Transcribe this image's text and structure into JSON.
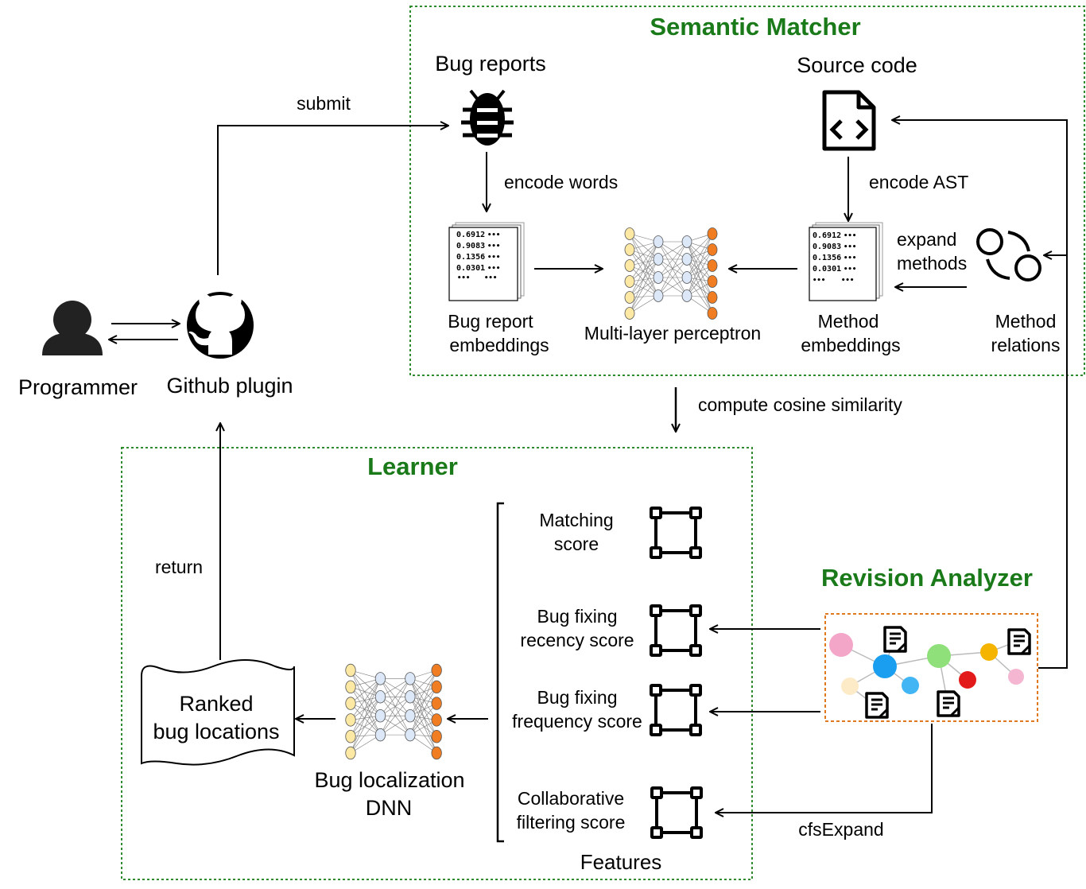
{
  "sections": {
    "semantic_matcher": "Semantic Matcher",
    "learner": "Learner",
    "revision_analyzer": "Revision Analyzer"
  },
  "nodes": {
    "programmer": "Programmer",
    "github_plugin": "Github plugin",
    "bug_reports": "Bug reports",
    "source_code": "Source code",
    "bug_report_embeddings": [
      "Bug report",
      "embeddings"
    ],
    "multi_layer_perceptron": "Multi-layer perceptron",
    "method_embeddings": [
      "Method",
      "embeddings"
    ],
    "method_relations": [
      "Method",
      "relations"
    ],
    "ranked_bug_locations": [
      "Ranked",
      "bug locations"
    ],
    "bug_localization_dnn": [
      "Bug localization",
      "DNN"
    ],
    "features": "Features"
  },
  "features": [
    [
      "Matching",
      "score"
    ],
    [
      "Bug fixing",
      "recency score"
    ],
    [
      "Bug fixing",
      "frequency score"
    ],
    [
      "Collaborative",
      "filtering score"
    ]
  ],
  "edge_labels": {
    "submit": "submit",
    "encode_words": "encode words",
    "encode_ast": "encode AST",
    "expand_methods": [
      "expand",
      "methods"
    ],
    "compute_cosine_similarity": "compute cosine similarity",
    "return": "return",
    "cfs_expand": "cfsExpand"
  },
  "embedding_values": [
    "0.6912",
    "0.9083",
    "0.1356",
    "0.0301"
  ],
  "colors": {
    "section_title": "#1a7a1a",
    "section_border": "#2e8b2e",
    "revision_border": "#e07820",
    "nn_input": "#fde9a3",
    "nn_hidden": "#dce8f8",
    "nn_output": "#f07d22",
    "graph_nodes": [
      "#f4a6c8",
      "#1a9ef0",
      "#8fe07a",
      "#f4b400",
      "#e31a1a",
      "#f4b6d0",
      "#fdebc8",
      "#42b6f4"
    ]
  }
}
